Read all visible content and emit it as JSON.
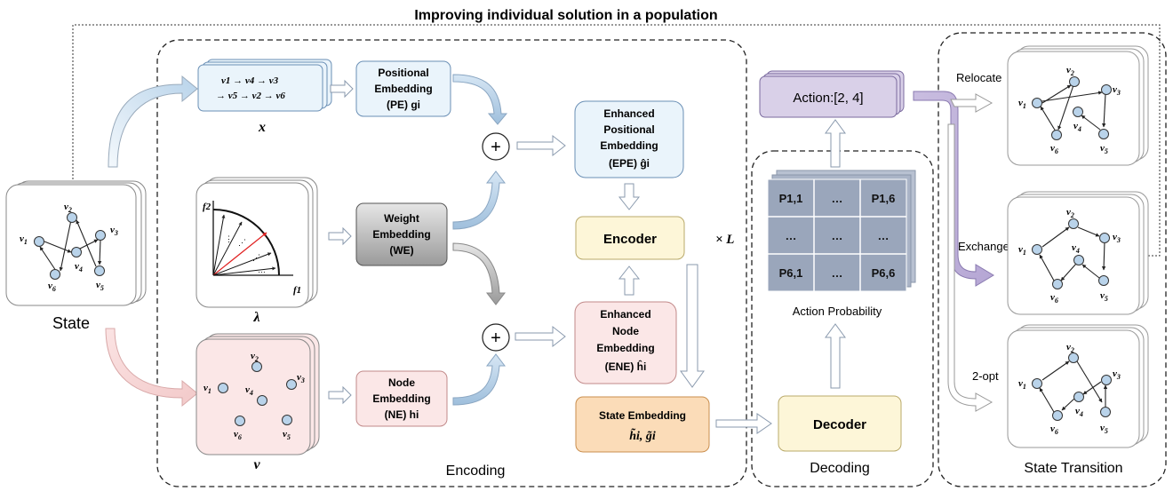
{
  "title": "Improving individual solution in a population",
  "state": {
    "label": "State",
    "nodes": [
      "v1",
      "v2",
      "v3",
      "v4",
      "v5",
      "v6"
    ]
  },
  "sequence": {
    "line1": "v1 → v4 → v3",
    "line2": "→ v5 → v2 → v6",
    "var": "x"
  },
  "weights": {
    "var": "λ",
    "f1": "f1",
    "f2": "f2"
  },
  "nodes_input": {
    "var": "v"
  },
  "pe": {
    "l1": "Positional",
    "l2": "Embedding",
    "l3": "(PE) gi"
  },
  "we": {
    "l1": "Weight",
    "l2": "Embedding",
    "l3": "(WE)"
  },
  "ne": {
    "l1": "Node",
    "l2": "Embedding",
    "l3": "(NE) hi"
  },
  "plus_symbol": "+",
  "epe": {
    "l1": "Enhanced",
    "l2": "Positional",
    "l3": "Embedding",
    "l4": "(EPE) ĝi"
  },
  "ene": {
    "l1": "Enhanced",
    "l2": "Node",
    "l3": "Embedding",
    "l4": "(ENE) ĥi"
  },
  "encoder": {
    "label": "Encoder",
    "repeat": "× L"
  },
  "state_embedding": {
    "l1": "State Embedding",
    "l2": "h̃i, g̃i"
  },
  "encoding_label": "Encoding",
  "decoder": {
    "label": "Decoder"
  },
  "decoding_label": "Decoding",
  "action": {
    "label": "Action:[2, 4]"
  },
  "action_probability": {
    "label": "Action Probability",
    "grid": [
      [
        "P1,1",
        "…",
        "P1,6"
      ],
      [
        "…",
        "…",
        "…"
      ],
      [
        "P6,1",
        "…",
        "P6,6"
      ]
    ]
  },
  "transition": {
    "label": "State Transition",
    "ops": [
      "Relocate",
      "Exchange",
      "2-opt"
    ]
  },
  "colors": {
    "blue_fill": "#eaf4fb",
    "gray_fill": "#d9d9d9",
    "pink_fill": "#fbe7e7",
    "yellow_fill": "#fdf6d8",
    "orange_fill": "#fbdcb8",
    "purple_fill": "#d9d0e8",
    "grid_fill": "#9aa6bb",
    "node_fill": "#b9d3ea"
  }
}
